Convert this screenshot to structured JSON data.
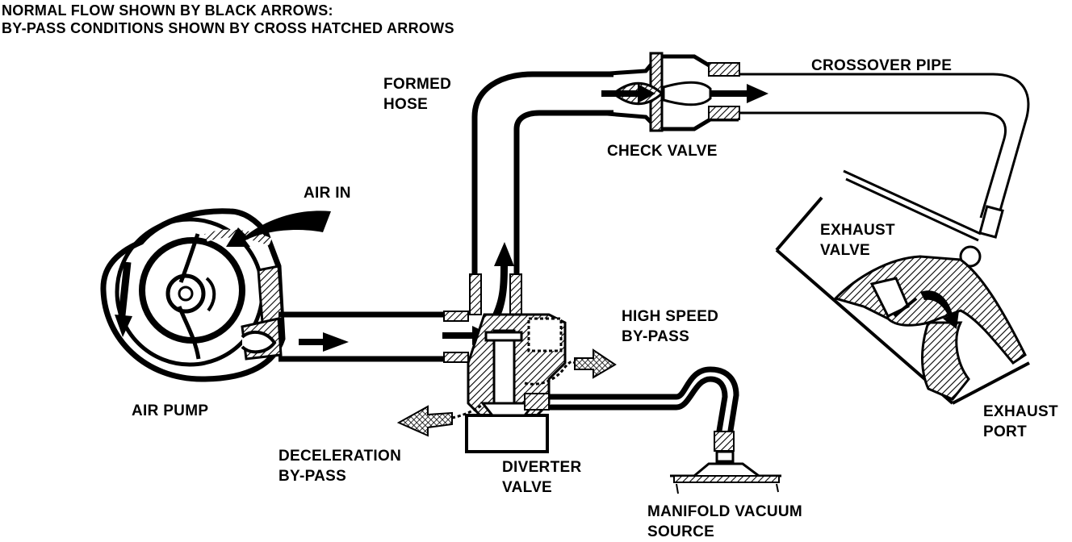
{
  "header": {
    "line1": "NORMAL FLOW SHOWN BY BLACK ARROWS:",
    "line2": "BY-PASS CONDITIONS SHOWN BY CROSS HATCHED ARROWS"
  },
  "labels": {
    "formed_hose": [
      "FORMED",
      "HOSE"
    ],
    "crossover_pipe": "CROSSOVER PIPE",
    "check_valve": "CHECK VALVE",
    "air_in": "AIR IN",
    "exhaust_valve": [
      "EXHAUST",
      "VALVE"
    ],
    "high_speed_bypass": [
      "HIGH SPEED",
      "BY-PASS"
    ],
    "air_pump": "AIR PUMP",
    "exhaust_port": [
      "EXHAUST",
      "PORT"
    ],
    "deceleration_bypass": [
      "DECELERATION",
      "BY-PASS"
    ],
    "diverter_valve": [
      "DIVERTER",
      "VALVE"
    ],
    "manifold_vacuum_source": [
      "MANIFOLD VACUUM",
      "SOURCE"
    ]
  }
}
